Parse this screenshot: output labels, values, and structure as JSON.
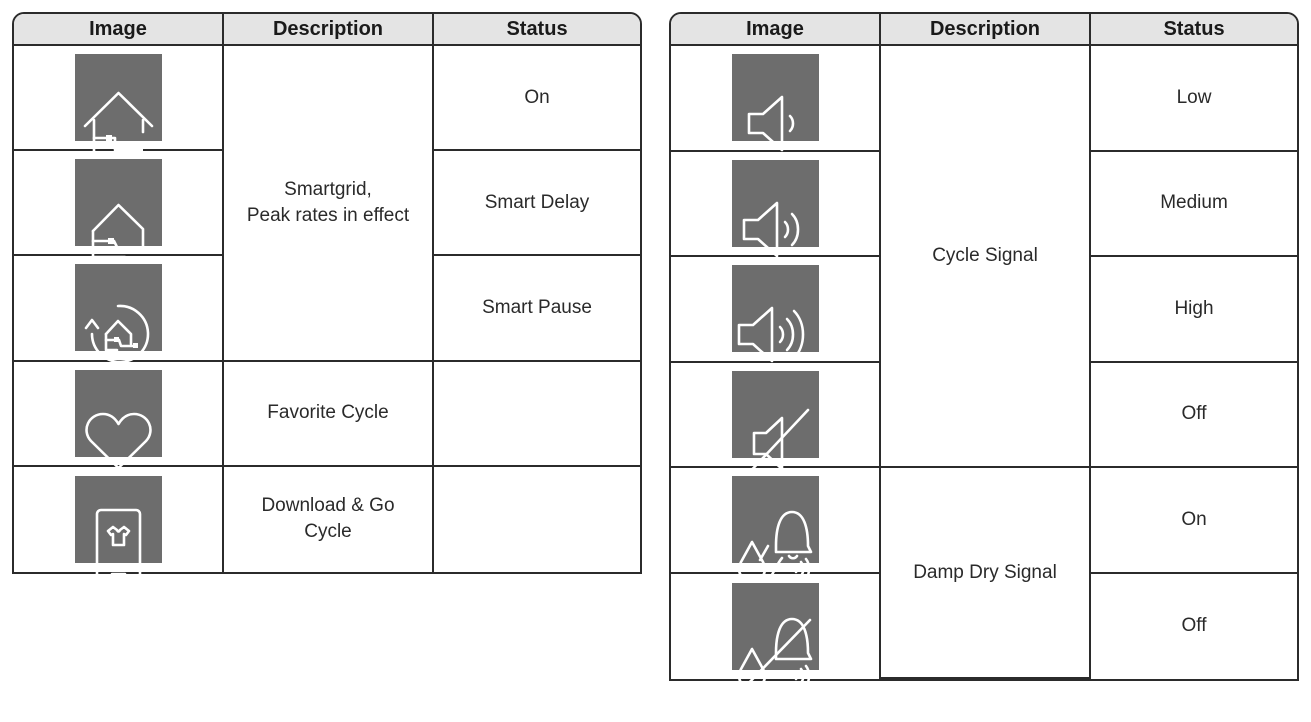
{
  "left_table": {
    "headers": {
      "image": "Image",
      "description": "Description",
      "status": "Status"
    },
    "descriptions": {
      "smartgrid": "Smartgrid,\nPeak rates in effect",
      "favorite": "Favorite Cycle",
      "download": "Download & Go\nCycle"
    },
    "statuses": {
      "on": "On",
      "smart_delay": "Smart Delay",
      "smart_pause": "Smart Pause"
    },
    "icons": [
      "smartgrid-on-icon",
      "smartgrid-delay-icon",
      "smartgrid-pause-icon",
      "heart-icon",
      "phone-shirt-icon"
    ]
  },
  "right_table": {
    "headers": {
      "image": "Image",
      "description": "Description",
      "status": "Status"
    },
    "descriptions": {
      "cycle_signal": "Cycle Signal",
      "damp_dry": "Damp Dry Signal"
    },
    "statuses": {
      "low": "Low",
      "medium": "Medium",
      "high": "High",
      "off": "Off",
      "on": "On",
      "off2": "Off"
    },
    "icons": [
      "speaker-low-icon",
      "speaker-medium-icon",
      "speaker-high-icon",
      "speaker-mute-icon",
      "damp-dry-bell-icon",
      "damp-dry-off-icon"
    ]
  },
  "colors": {
    "icon_background": "#6d6d6d",
    "header_background": "#e4e4e4",
    "border": "#2b2b2b"
  }
}
